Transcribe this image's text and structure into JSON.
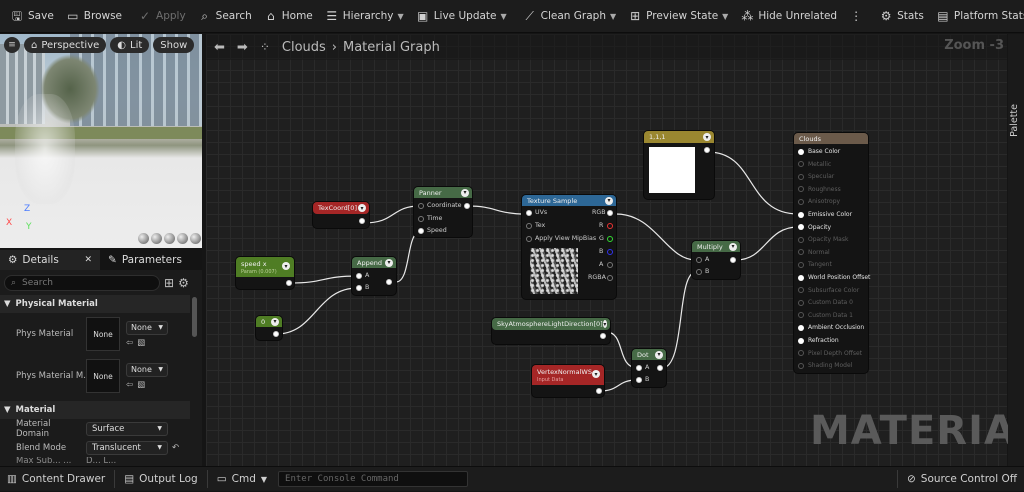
{
  "toolbar": {
    "save": "Save",
    "browse": "Browse",
    "apply": "Apply",
    "search": "Search",
    "home": "Home",
    "hierarchy": "Hierarchy",
    "live_update": "Live Update",
    "clean_graph": "Clean Graph",
    "preview_state": "Preview State",
    "hide_unrelated": "Hide Unrelated",
    "stats": "Stats",
    "platform_stats": "Platform Stats"
  },
  "viewport": {
    "perspective": "Perspective",
    "lit": "Lit",
    "show": "Show",
    "axis_x": "X",
    "axis_z": "Z",
    "axis_y": "Y"
  },
  "details": {
    "tab_details": "Details",
    "tab_parameters": "Parameters",
    "search_placeholder": "Search",
    "cat_physical": "Physical Material",
    "phys_material": "Phys Material",
    "phys_material_thumb": "None",
    "phys_material_none": "None",
    "phys_material_map": "Phys Material M...",
    "phys_material_map_thumb": "None",
    "phys_material_map_none": "None",
    "cat_material": "Material",
    "material_domain_label": "Material Domain",
    "material_domain_value": "Surface",
    "blend_mode_label": "Blend Mode",
    "blend_mode_value": "Translucent",
    "shading_partial": "Max Sub... ...",
    "shading_value_partial": "D... L..."
  },
  "graph": {
    "breadcrumb_1": "Clouds",
    "breadcrumb_2": "Material Graph",
    "zoom": "Zoom -3",
    "watermark": "MATERIAL",
    "palette": "Palette",
    "nodes": {
      "texcoord": "TexCoord[0]",
      "speedx": "speed x",
      "speedx_sub": "Param (0.007)",
      "zero": "0",
      "append": "Append",
      "append_a": "A",
      "append_b": "B",
      "panner": "Panner",
      "panner_coord": "Coordinate",
      "panner_time": "Time",
      "panner_speed": "Speed",
      "tex": "Texture Sample",
      "tex_uvs": "UVs",
      "tex_tex": "Tex",
      "tex_mip": "Apply View MipBias",
      "tex_rgb": "RGB",
      "tex_r": "R",
      "tex_g": "G",
      "tex_b": "B",
      "tex_a": "A",
      "tex_rgba": "RGBA",
      "const3": "1,1,1",
      "multiply": "Multiply",
      "mul_a": "A",
      "mul_b": "B",
      "skyatm": "SkyAtmosphereLightDirection[0]",
      "vertex": "VertexNormalWS",
      "vertex_sub": "Input Data",
      "dot": "Dot",
      "dot_a": "A",
      "dot_b": "B",
      "result": "Clouds",
      "result_pins": [
        "Base Color",
        "Metallic",
        "Specular",
        "Roughness",
        "Anisotropy",
        "Emissive Color",
        "Opacity",
        "Opacity Mask",
        "Normal",
        "Tangent",
        "World Position Offset",
        "Subsurface Color",
        "Custom Data 0",
        "Custom Data 1",
        "Ambient Occlusion",
        "Refraction",
        "Pixel Depth Offset",
        "Shading Model"
      ]
    }
  },
  "statusbar": {
    "content_drawer": "Content Drawer",
    "output_log": "Output Log",
    "cmd": "Cmd",
    "console_placeholder": "Enter Console Command",
    "source_control": "Source Control Off"
  }
}
